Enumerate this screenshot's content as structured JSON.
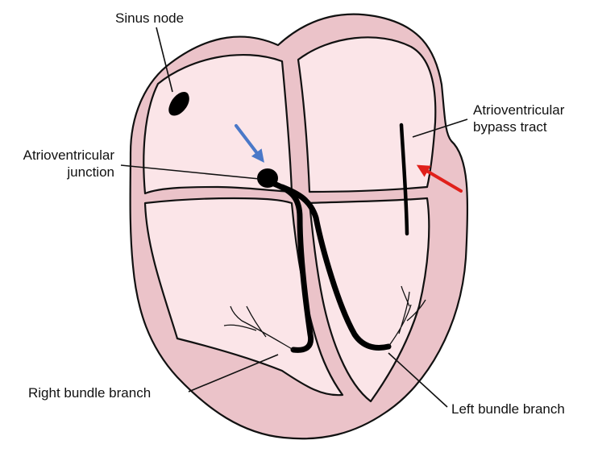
{
  "labels": {
    "sinus_node": "Sinus node",
    "av_junction_line1": "Atrioventricular",
    "av_junction_line2": "junction",
    "bypass_tract_line1": "Atrioventricular",
    "bypass_tract_line2": "bypass tract",
    "right_bundle_branch": "Right bundle branch",
    "left_bundle_branch": "Left bundle branch"
  },
  "colors": {
    "myocardium": "#ebc3c9",
    "chamber": "#fbe5e8",
    "outline": "#111111",
    "conduction": "#000000",
    "av_junction_arrow": "#4a78c8",
    "bypass_tract_arrow": "#e0201b"
  },
  "arrows": {
    "av_junction_arrow": "blue-arrow-icon",
    "bypass_tract_arrow": "red-arrow-icon"
  }
}
